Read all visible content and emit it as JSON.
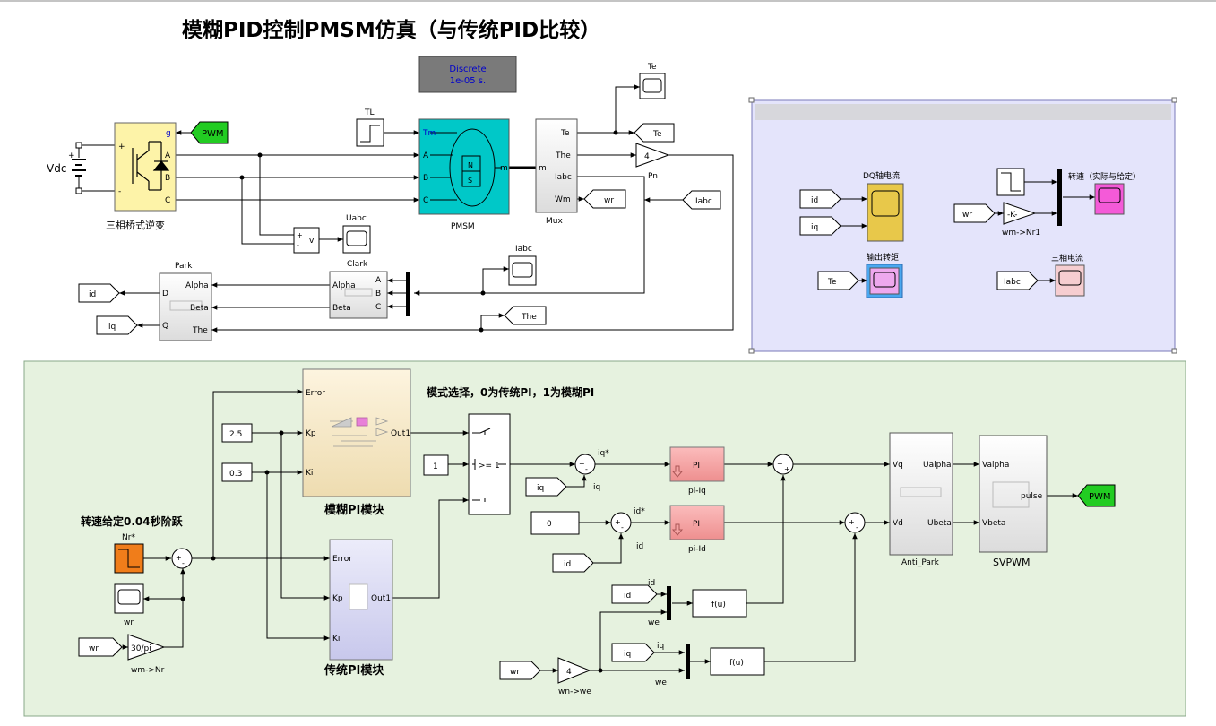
{
  "title": "模糊PID控制PMSM仿真（与传统PID比较）",
  "powergui": {
    "line1": "Discrete",
    "line2": "1e-05 s."
  },
  "labels": {
    "vdc": "Vdc",
    "inverter": "三相桥式逆变",
    "pmsm": "PMSM",
    "mux": "Mux",
    "tl": "TL",
    "te_scope": "Te",
    "uabc": "Uabc",
    "iabc_scope": "Iabc",
    "clark": "Clark",
    "park": "Park",
    "pn": "Pn",
    "dq_current": "DQ轴电流",
    "speed_scope": "转速（实际与给定）",
    "torque_out": "输出转矩",
    "three_phase_current": "三相电流",
    "wm_nr1": "wm->Nr1",
    "mode_select": "模式选择，0为传统PI，1为模糊PI",
    "fuzzy_pi": "模糊PI模块",
    "trad_pi": "传统PI模块",
    "speed_step": "转速给定0.04秒阶跃",
    "nr_star": "Nr*",
    "wr_scope": "wr",
    "wm_nr": "wm->Nr",
    "wn_we": "wn->we",
    "pi_iq": "pi-Iq",
    "pi_id": "pi-Id",
    "anti_park": "Anti_Park",
    "svpwm": "SVPWM",
    "iq_star": "iq*",
    "id_star": "id*",
    "iq_sig": "iq",
    "id_sig": "id",
    "we_sig": "we",
    "switch_cond": ">= 1"
  },
  "ports": {
    "inv_g": "g",
    "inv_a": "A",
    "inv_b": "B",
    "inv_c": "C",
    "plus": "+",
    "minus": "-",
    "pmsm_tm": "Tm",
    "pmsm_m": "m",
    "pmsm_a": "A",
    "pmsm_b": "B",
    "pmsm_c": "C",
    "mux_m": "m",
    "mux_te": "Te",
    "mux_the": "The",
    "mux_iabc": "Iabc",
    "mux_wm": "Wm",
    "park_d": "D",
    "park_q": "Q",
    "park_alpha": "Alpha",
    "park_beta": "Beta",
    "park_the": "The",
    "clark_alpha": "Alpha",
    "clark_beta": "Beta",
    "clark_a": "A",
    "clark_b": "B",
    "clark_c": "C",
    "error": "Error",
    "kp": "Kp",
    "ki": "Ki",
    "out1": "Out1",
    "vq": "Vq",
    "vd": "Vd",
    "ualpha": "Ualpha",
    "ubeta": "Ubeta",
    "valpha": "Valpha",
    "vbeta": "Vbeta",
    "pulse": "pulse",
    "pi": "PI",
    "fu": "f(u)",
    "gain_k": "-K-",
    "v": "v"
  },
  "tags": {
    "pwm": "PWM",
    "te": "Te",
    "wr": "wr",
    "iabc": "Iabc",
    "the": "The",
    "id": "id",
    "iq": "iq"
  },
  "constants": {
    "kp": "2.5",
    "ki": "0.3",
    "mode": "1",
    "id_ref": "0"
  },
  "gains": {
    "pn": "4",
    "wm_nr": "30/pi",
    "pn2": "4"
  },
  "colors": {
    "inverter": "#fdf3a8",
    "pmsm": "#00c8c8",
    "powergui": "#7a7a7a",
    "scope_panel": "#e4e4fb",
    "lower_panel": "#e6f2df",
    "pwm_tag": "#22cc22",
    "pi_block": "#f4a3a3",
    "step_orange": "#f07d1a",
    "fuzzy_block": "#f8e9c8",
    "trad_block": "#d8d8f4",
    "scope_yellow": "#e8c84a",
    "scope_pink": "#f45ad8",
    "scope_violet": "#eea8ee",
    "scope_rose": "#f6cdd0"
  }
}
